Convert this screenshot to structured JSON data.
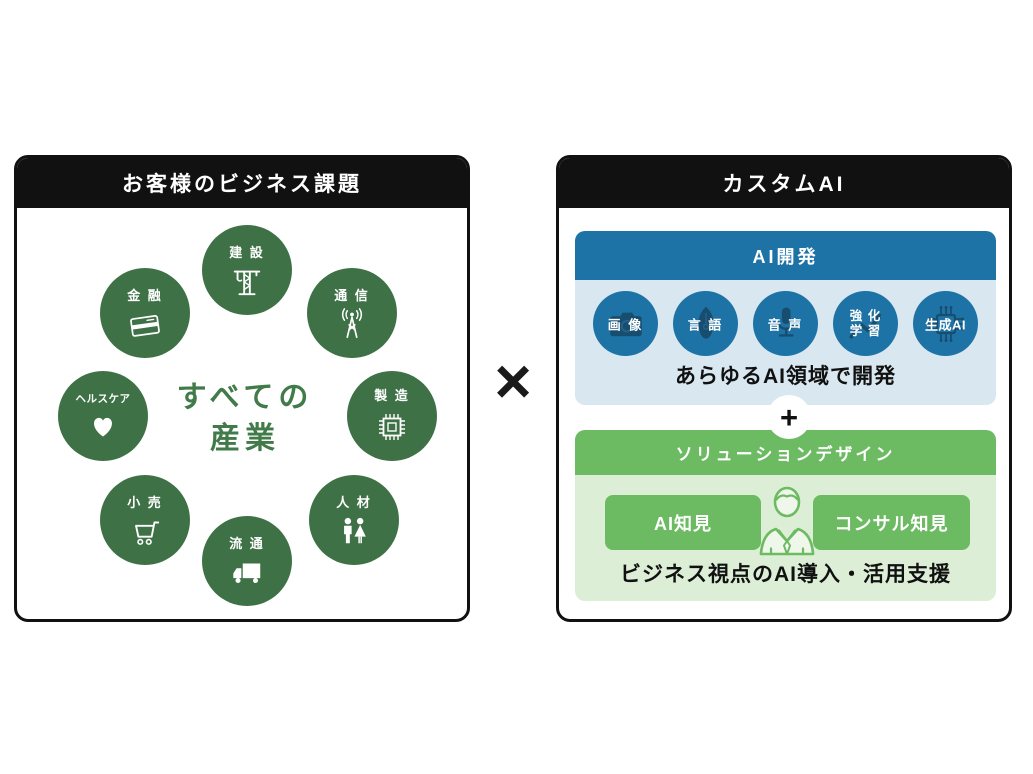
{
  "left_panel": {
    "title": "お客様のビジネス課題",
    "center": {
      "line1": "すべての",
      "line2": "産業"
    },
    "industries": [
      {
        "id": "construction",
        "label": "建 設"
      },
      {
        "id": "finance",
        "label": "金 融"
      },
      {
        "id": "telecom",
        "label": "通 信"
      },
      {
        "id": "healthcare",
        "label": "ヘルスケア"
      },
      {
        "id": "manufacturing",
        "label": "製 造"
      },
      {
        "id": "retail",
        "label": "小 売"
      },
      {
        "id": "human-resources",
        "label": "人 材"
      },
      {
        "id": "logistics",
        "label": "流 通"
      }
    ]
  },
  "operator": {
    "multiply": "×",
    "plus": "+"
  },
  "right_panel": {
    "title": "カスタムAI",
    "ai_development": {
      "header": "AI開発",
      "domains": [
        {
          "id": "image",
          "label": "画 像"
        },
        {
          "id": "language",
          "label": "言 語"
        },
        {
          "id": "voice",
          "label": "音 声"
        },
        {
          "id": "reinforcement-learning",
          "label_line1": "強 化",
          "label_line2": "学 習"
        },
        {
          "id": "generative-ai",
          "label": "生成AI"
        }
      ],
      "caption": "あらゆるAI領域で開発"
    },
    "solution_design": {
      "header": "ソリューションデザイン",
      "left_box": "AI知見",
      "right_box": "コンサル知見",
      "caption": "ビジネス視点のAI導入・活用支援"
    }
  },
  "colors": {
    "header_black": "#111111",
    "industry_green": "#3e7246",
    "center_text_green": "#417b49",
    "ai_blue": "#1e73a6",
    "ai_blue_dark": "#174e70",
    "ai_blue_light": "#d8e7f0",
    "solution_green": "#6cba62",
    "solution_green_light": "#dcefd6"
  }
}
